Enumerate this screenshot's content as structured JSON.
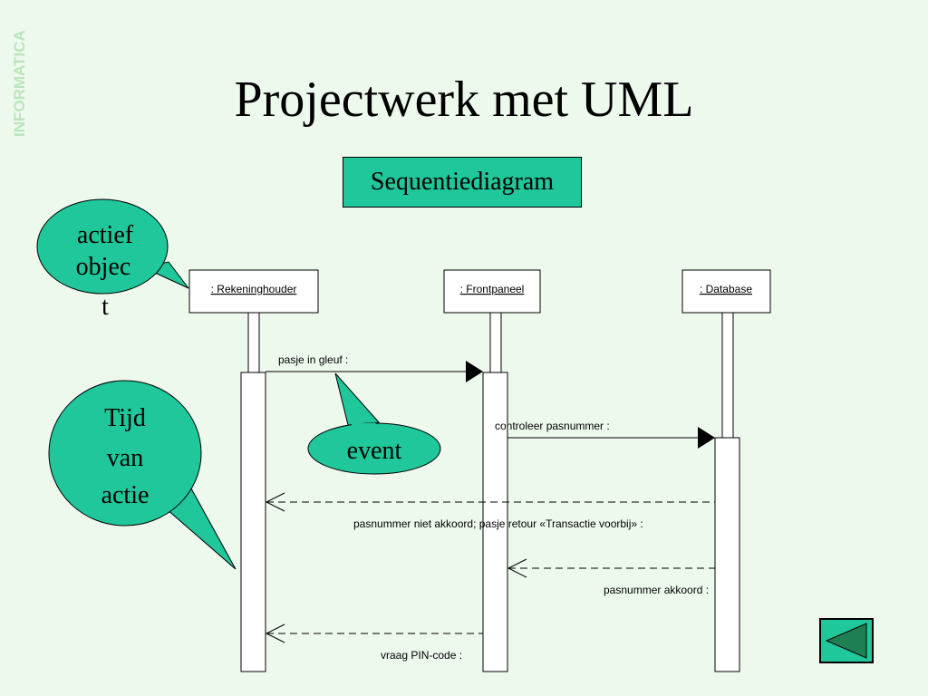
{
  "brand": {
    "vertical_label": "INFORMATICA"
  },
  "slide": {
    "title": "Projectwerk met UML",
    "subtitle": "Sequentiediagram"
  },
  "callouts": {
    "active_object": [
      "actief",
      "objec",
      "t"
    ],
    "time_of_action": [
      "Tijd",
      "van",
      "actie"
    ],
    "event": "event"
  },
  "diagram": {
    "lifelines": [
      {
        "label": ": Rekeninghouder"
      },
      {
        "label": ": Frontpaneel"
      },
      {
        "label": ": Database"
      }
    ],
    "messages": [
      {
        "label": "pasje in gleuf :",
        "from": 0,
        "to": 1,
        "kind": "call"
      },
      {
        "label": "controleer pasnummer :",
        "from": 1,
        "to": 2,
        "kind": "call"
      },
      {
        "label": "pasnummer niet akkoord; pasje retour «Transactie voorbij» :",
        "from": 2,
        "to": 0,
        "kind": "return"
      },
      {
        "label": "pasnummer akkoord :",
        "from": 2,
        "to": 1,
        "kind": "return"
      },
      {
        "label": "vraag PIN-code :",
        "from": 1,
        "to": 0,
        "kind": "return"
      }
    ]
  },
  "colors": {
    "background": "#eef9ee",
    "accent": "#1fc79a",
    "nav_arrow": "#1e7f55"
  },
  "navigation": {
    "icon": "triangle-left-icon"
  }
}
